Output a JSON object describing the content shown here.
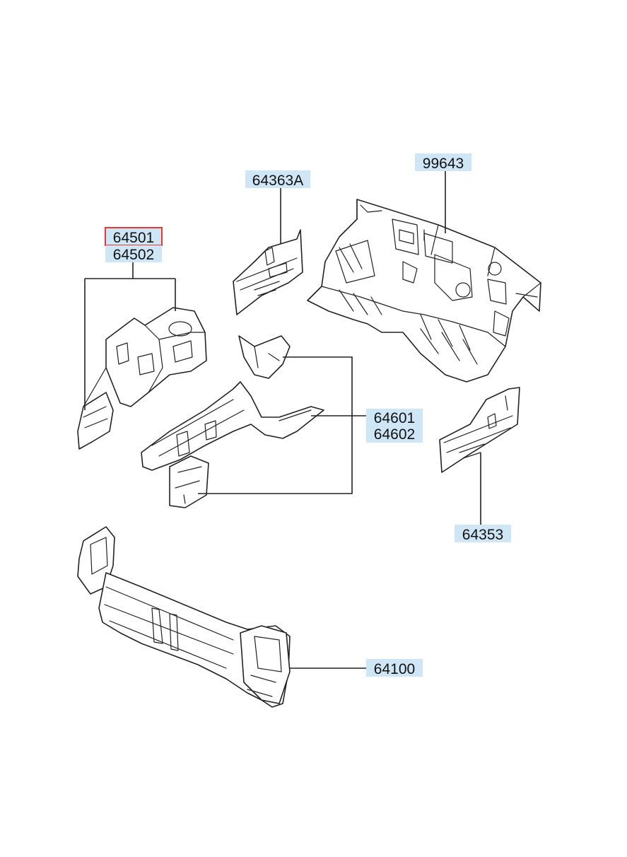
{
  "colors": {
    "label_background": "#cfe6f7",
    "highlight_border": "#e53935",
    "line": "#222222"
  },
  "labels": {
    "p64501": "64501",
    "p64502": "64502",
    "p64363A": "64363A",
    "p99643": "99643",
    "p64601": "64601",
    "p64602": "64602",
    "p64353": "64353",
    "p64100": "64100"
  },
  "highlighted_part": "64501"
}
